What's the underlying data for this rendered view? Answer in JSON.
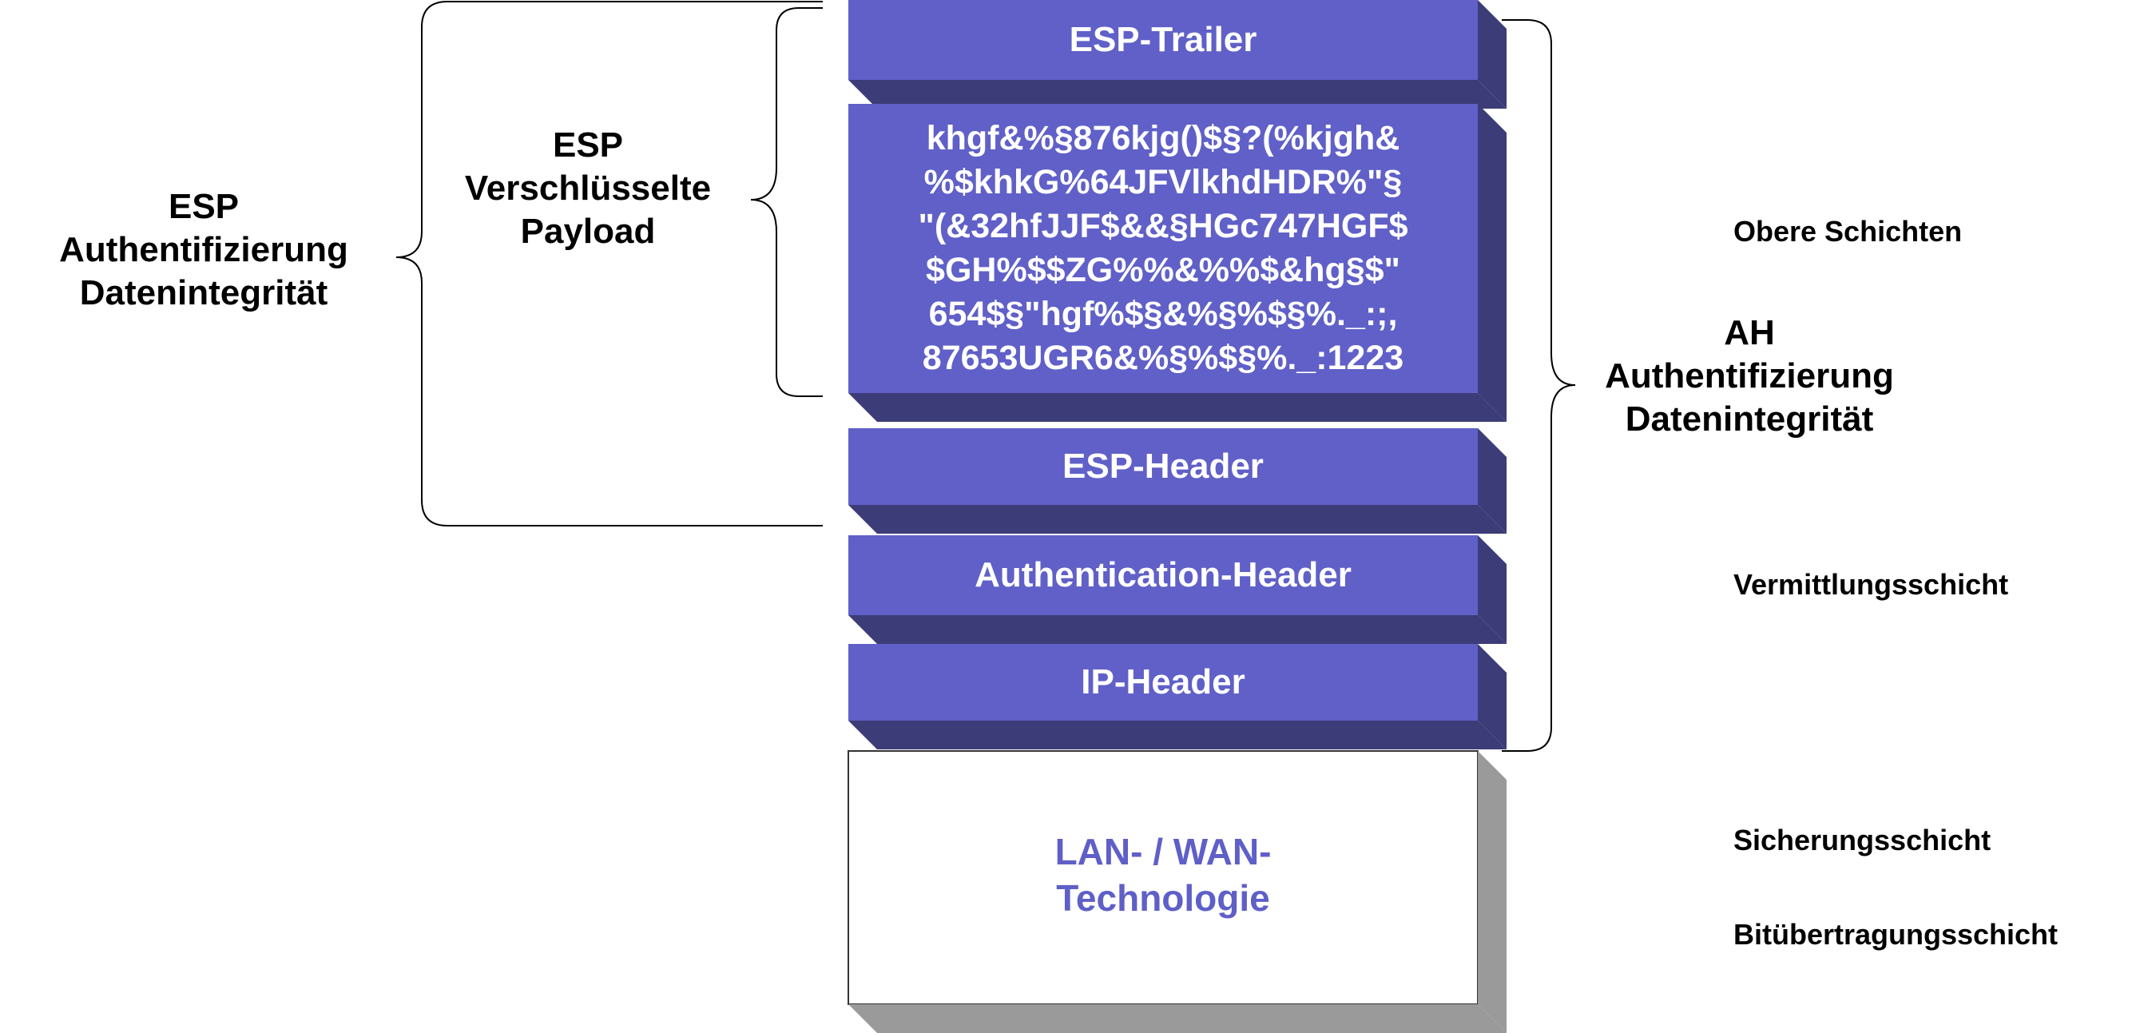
{
  "colors": {
    "block_face": "#6060c8",
    "block_top": "#7676d6",
    "block_side": "#3c3c78",
    "base_face": "#ffffff",
    "base_side": "#9a9a9a",
    "bracket": "#000000"
  },
  "blocks": {
    "esp_trailer": "ESP-Trailer",
    "payload_lines": [
      "khgf&%§876kjg()$§?(%kjgh&",
      "%$khkG%64JFVlkhdHDR%\"§",
      "\"(&32hfJJF$&&§HGc747HGF$",
      "$GH%$$ZG%%&%%$&hg§$\"",
      "654$§\"hgf%$§&%§%$§%._:;,",
      "87653UGR6&%§%$§%._:1223"
    ],
    "esp_header": "ESP-Header",
    "authentication_header": "Authentication-Header",
    "ip_header": "IP-Header",
    "lan_wan": [
      "LAN- / WAN-",
      "Technologie"
    ]
  },
  "labels": {
    "esp_auth": [
      "ESP",
      "Authentifizierung",
      "Datenintegrität"
    ],
    "esp_encrypted": [
      "ESP",
      "Verschlüsselte",
      "Payload"
    ],
    "ah_auth": [
      "AH",
      "Authentifizierung",
      "Datenintegrität"
    ]
  },
  "layers": {
    "upper": "Obere Schichten",
    "network": "Vermittlungsschicht",
    "data_link": "Sicherungsschicht",
    "physical": "Bitübertragungsschicht"
  }
}
